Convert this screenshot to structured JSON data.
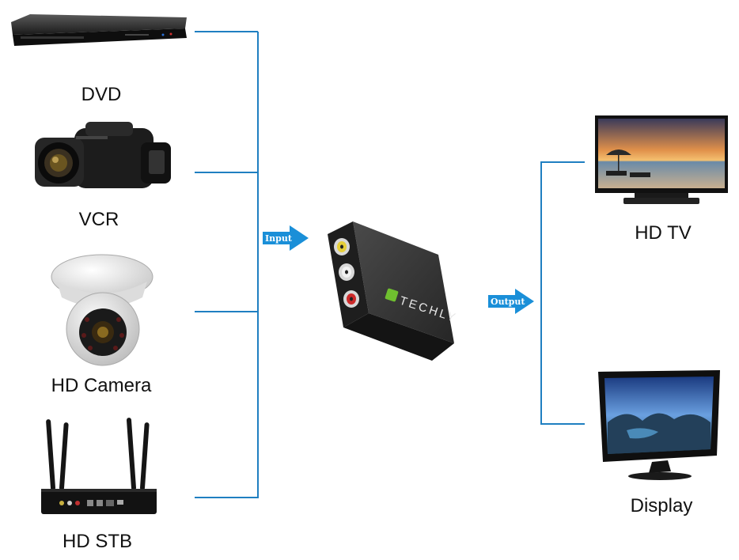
{
  "inputs": [
    {
      "label": "DVD",
      "icon": "dvd-player-icon"
    },
    {
      "label": "VCR",
      "icon": "camcorder-icon"
    },
    {
      "label": "HD Camera",
      "icon": "dome-camera-icon"
    },
    {
      "label": "HD STB",
      "icon": "set-top-box-icon"
    }
  ],
  "outputs": [
    {
      "label": "HD TV",
      "icon": "tv-icon"
    },
    {
      "label": "Display",
      "icon": "monitor-icon"
    }
  ],
  "arrows": {
    "input": "Input",
    "output": "Output"
  },
  "converter": {
    "brand": "TECHLY",
    "icon": "av-converter-icon"
  },
  "colors": {
    "connector": "#1f7fc1",
    "arrow": "#1a8fd8"
  }
}
